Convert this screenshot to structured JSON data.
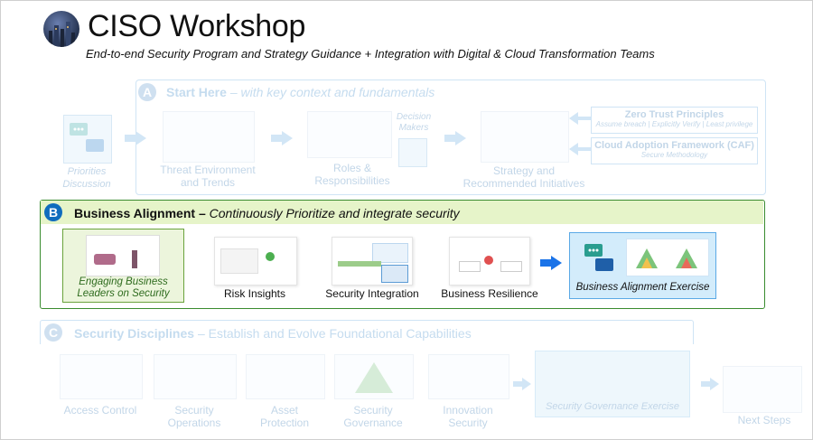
{
  "header": {
    "title": "CISO Workshop",
    "subtitle": "End-to-end Security Program and Strategy Guidance + Integration with Digital & Cloud Transformation Teams"
  },
  "section_a": {
    "letter": "A",
    "title": "Start Here",
    "subtitle": "– with key context and fundamentals",
    "priorities_label": "Priorities Discussion",
    "items": [
      "Threat Environment and Trends",
      "Roles & Responsibilities",
      "Strategy and Recommended Initiatives"
    ],
    "decision_makers": "Decision Makers",
    "zero_trust": {
      "title": "Zero Trust Principles",
      "sub": "Assume breach | Explicitly Verify | Least privilege"
    },
    "caf": {
      "title": "Cloud Adoption Framework (CAF)",
      "sub": "Secure Methodology"
    }
  },
  "section_b": {
    "letter": "B",
    "title": "Business Alignment",
    "subtitle": "Continuously Prioritize and integrate security",
    "items": [
      "Engaging Business Leaders on Security",
      "Risk Insights",
      "Security Integration",
      "Business Resilience"
    ],
    "exercise": "Business Alignment Exercise"
  },
  "section_c": {
    "letter": "C",
    "title": "Security Disciplines",
    "subtitle": "– Establish and Evolve Foundational Capabilities",
    "items": [
      "Access Control",
      "Security Operations",
      "Asset Protection",
      "Security Governance",
      "Innovation Security"
    ],
    "exercise": "Security Governance Exercise"
  },
  "next_steps": "Next Steps",
  "colors": {
    "accent_blue": "#0f6cbd",
    "green_border": "#3a8c2f",
    "green_fill": "#e6f4c9",
    "faded_blue": "#c5dcef"
  }
}
